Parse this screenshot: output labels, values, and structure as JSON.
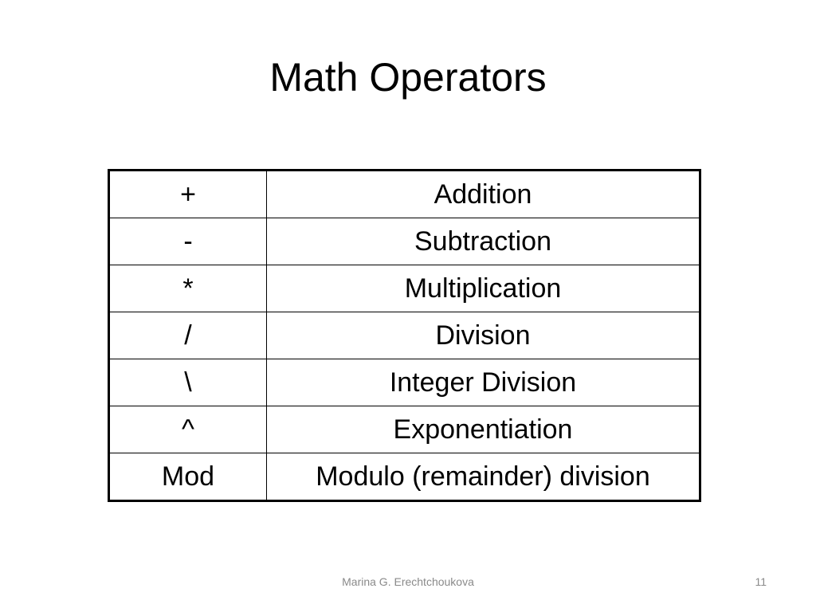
{
  "slide": {
    "title": "Math Operators",
    "operators": [
      {
        "symbol": "+",
        "description": "Addition"
      },
      {
        "symbol": "-",
        "description": "Subtraction"
      },
      {
        "symbol": "*",
        "description": "Multiplication"
      },
      {
        "symbol": "/",
        "description": "Division"
      },
      {
        "symbol": "\\",
        "description": "Integer Division"
      },
      {
        "symbol": "^",
        "description": "Exponentiation"
      },
      {
        "symbol": "Mod",
        "description": "Modulo (remainder) division"
      }
    ],
    "footer": "Marina G. Erechtchoukova",
    "page_number": "11"
  }
}
